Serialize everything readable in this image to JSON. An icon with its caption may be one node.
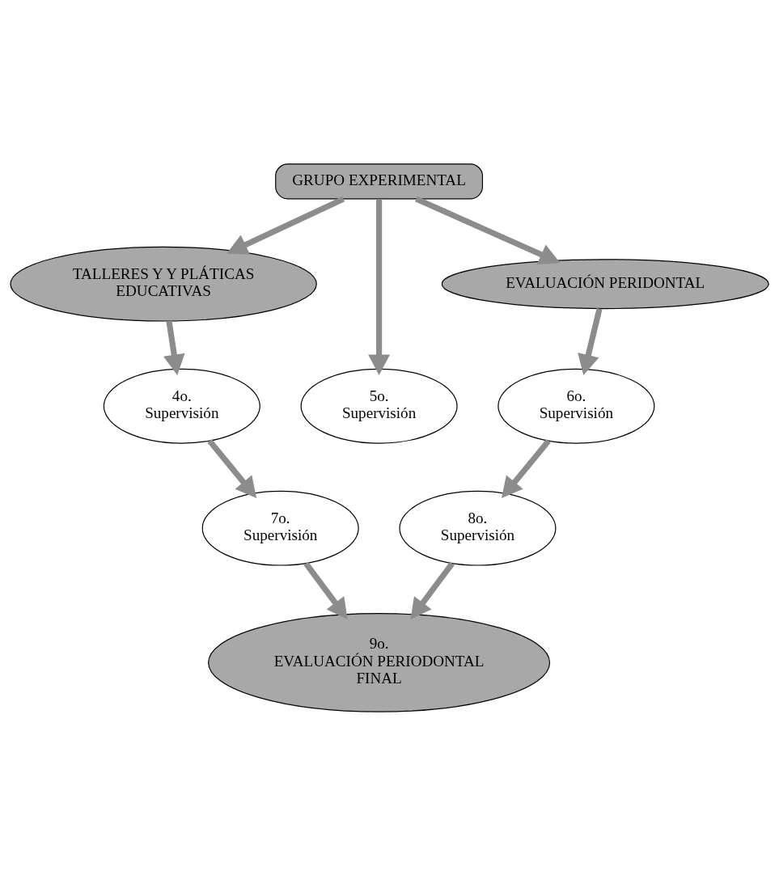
{
  "diagram": {
    "nodes": [
      {
        "text": [
          "GRUPO EXPERIMENTAL"
        ]
      },
      {
        "text": [
          "TALLERES Y Y PLÁTICAS EDUCATIVAS"
        ]
      },
      {
        "text": [
          "EVALUACIÓN PERIDONTAL"
        ]
      },
      {
        "text": [
          "4o.",
          "Supervisión"
        ]
      },
      {
        "text": [
          "5o.",
          "Supervisión"
        ]
      },
      {
        "text": [
          "6o.",
          "Supervisión"
        ]
      },
      {
        "text": [
          "7o.",
          "Supervisión"
        ]
      },
      {
        "text": [
          "8o.",
          "Supervisión"
        ]
      },
      {
        "text": [
          "9o.",
          "EVALUACIÓN PERIODONTAL FINAL"
        ]
      }
    ],
    "edges": [
      {
        "from": 0,
        "to": 1,
        "arrow": "to"
      },
      {
        "from": 0,
        "to": 4,
        "arrow": "to"
      },
      {
        "from": 0,
        "to": 2,
        "arrow": "to"
      },
      {
        "from": 1,
        "to": 3,
        "arrow": "to"
      },
      {
        "from": 2,
        "to": 5,
        "arrow": "to"
      },
      {
        "from": 3,
        "to": 6,
        "arrow": "to"
      },
      {
        "from": 5,
        "to": 7,
        "arrow": "to"
      },
      {
        "from": 6,
        "to": 8,
        "arrow": "to"
      },
      {
        "from": 7,
        "to": 8,
        "arrow": "to"
      }
    ]
  }
}
